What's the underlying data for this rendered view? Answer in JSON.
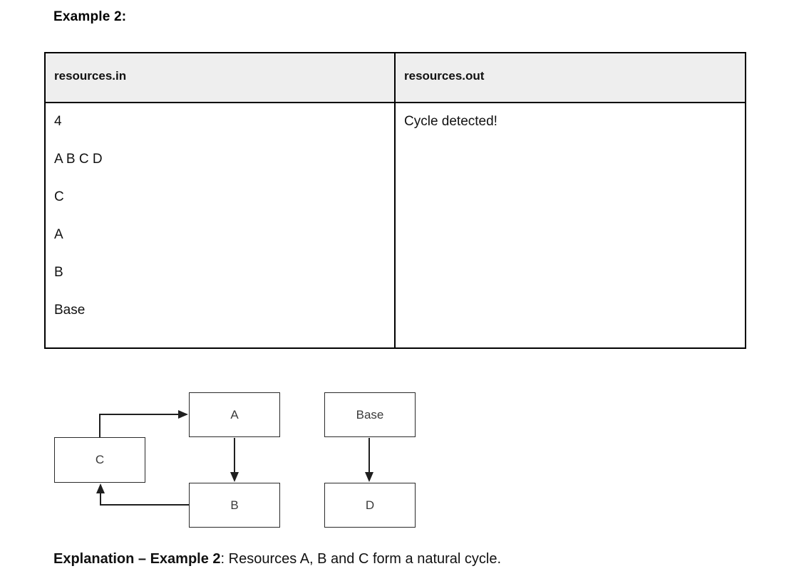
{
  "heading": "Example 2:",
  "table": {
    "headers": [
      "resources.in",
      "resources.out"
    ],
    "input_lines": [
      "4",
      "A B C D",
      "C",
      "A",
      "B",
      "Base"
    ],
    "output_lines": [
      "Cycle detected!"
    ],
    "header_bg": "#eeeeee",
    "border_color": "#000000"
  },
  "diagram": {
    "nodes": [
      {
        "id": "A",
        "label": "A"
      },
      {
        "id": "Base",
        "label": "Base"
      },
      {
        "id": "C",
        "label": "C"
      },
      {
        "id": "B",
        "label": "B"
      },
      {
        "id": "D",
        "label": "D"
      }
    ],
    "edges": [
      "C -> A",
      "A -> B",
      "B -> C",
      "Base -> D"
    ],
    "line_color": "#1f1f1f"
  },
  "explanation": {
    "bold_text": "Explanation – Example 2",
    "regular_text": ": Resources A, B and C form a natural cycle."
  }
}
